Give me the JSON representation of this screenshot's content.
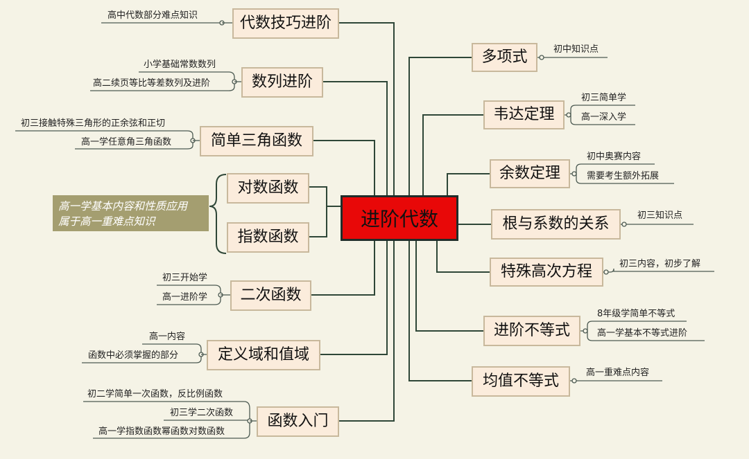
{
  "center": "进阶代数",
  "left_branches": [
    {
      "label": "代数技巧进阶",
      "leaves": [
        "高中代数部分难点知识"
      ]
    },
    {
      "label": "数列进阶",
      "leaves": [
        "小学基础常数数列",
        "高二续页等比等差数列及进阶"
      ]
    },
    {
      "label": "简单三角函数",
      "leaves": [
        "初三接触特殊三角形的正余弦和正切",
        "高一学任意角三角函数"
      ]
    },
    {
      "label": "对数函数",
      "leaves": []
    },
    {
      "label": "指数函数",
      "leaves": []
    },
    {
      "label": "二次函数",
      "leaves": [
        "初三开始学",
        "高一进阶学"
      ]
    },
    {
      "label": "定义域和值域",
      "leaves": [
        "高一内容",
        "函数中必须掌握的部分"
      ]
    },
    {
      "label": "函数入门",
      "leaves": [
        "初二学简单一次函数，反比例函数",
        "初三学二次函数",
        "高一学指数函数幂函数对数函数"
      ]
    }
  ],
  "right_branches": [
    {
      "label": "多项式",
      "leaves": [
        "初中知识点"
      ]
    },
    {
      "label": "韦达定理",
      "leaves": [
        "初三简单学",
        "高一深入学"
      ]
    },
    {
      "label": "余数定理",
      "leaves": [
        "初中奥赛内容",
        "需要考生额外拓展"
      ]
    },
    {
      "label": "根与系数的关系",
      "leaves": [
        "初三知识点"
      ]
    },
    {
      "label": "特殊高次方程",
      "leaves": [
        "初三内容，初步了解"
      ]
    },
    {
      "label": "进阶不等式",
      "leaves": [
        "8年级学简单不等式",
        "高一学基本不等式进阶"
      ]
    },
    {
      "label": "均值不等式",
      "leaves": [
        "高一重难点内容"
      ]
    }
  ],
  "note": {
    "lines": [
      "高一学基本内容和性质应用",
      "属于高一重难点知识"
    ]
  },
  "colors": {
    "background": "#f5f3e6",
    "center_fill": "#e80808",
    "node_fill": "#fbecdc",
    "node_border": "#c8b89c",
    "line": "#2e4637",
    "note_fill": "#a49e70"
  }
}
